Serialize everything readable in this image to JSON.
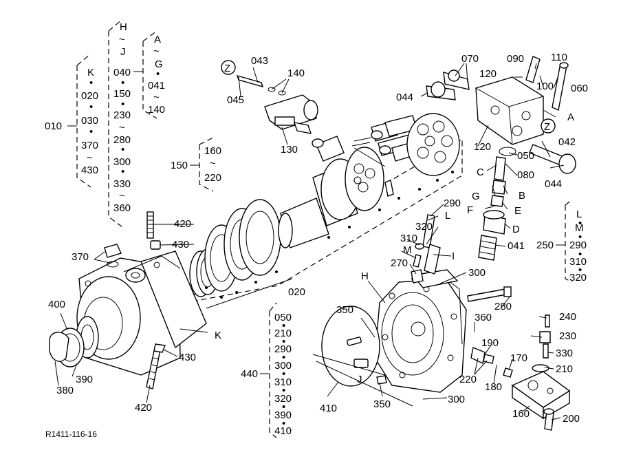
{
  "ref_code": "R1411-116-16",
  "group_010": {
    "label": "010",
    "items": [
      "K",
      "020",
      "030",
      "370",
      "430"
    ],
    "seps": [
      "•",
      "•",
      "•",
      "~"
    ]
  },
  "group_040": {
    "label": "040",
    "items": [
      "H",
      "J",
      "040",
      "150",
      "230",
      "280",
      "300",
      "330",
      "360"
    ],
    "seps": [
      "~",
      "",
      "•",
      "•",
      "~",
      "•",
      "•",
      "~"
    ]
  },
  "group_041": {
    "items": [
      "A",
      "G",
      "041",
      "140"
    ],
    "seps": [
      "~",
      "•",
      "~"
    ]
  },
  "group_150": {
    "label": "150",
    "items": [
      "160",
      "220"
    ],
    "seps": [
      "~"
    ]
  },
  "group_250": {
    "label": "250",
    "items": [
      "L",
      "M",
      "290",
      "310",
      "320"
    ],
    "seps": [
      "•",
      "•",
      "•",
      "•"
    ]
  },
  "group_440": {
    "label": "440",
    "items": [
      "050",
      "210",
      "290",
      "300",
      "310",
      "320",
      "390",
      "410"
    ],
    "seps": [
      "•",
      "•",
      "•",
      "•",
      "•",
      "•",
      "•"
    ]
  },
  "callouts": {
    "c043": "043",
    "c045": "045",
    "c140": "140",
    "c130": "130",
    "cZ1": "Z",
    "c070": "070",
    "c090": "090",
    "c110": "110",
    "c120a": "120",
    "c100": "100",
    "c060": "060",
    "c044a": "044",
    "cA": "A",
    "cZ2": "Z",
    "c120b": "120",
    "c050": "050",
    "c042": "042",
    "cC": "C",
    "c080": "080",
    "c044b": "044",
    "cG": "G",
    "cB": "B",
    "cF": "F",
    "cE": "E",
    "c290": "290",
    "cL": "L",
    "c320": "320",
    "cD": "D",
    "c310": "310",
    "cM": "M",
    "c041": "041",
    "c270": "270",
    "cI": "I",
    "c300a": "300",
    "cH": "H",
    "c420a": "420",
    "c430a": "430",
    "c370": "370",
    "c020": "020",
    "cK": "K",
    "c400": "400",
    "c430b": "430",
    "c390": "390",
    "c380": "380",
    "c420b": "420",
    "c280": "280",
    "c350a": "350",
    "c360": "360",
    "c240": "240",
    "c230": "230",
    "c190": "190",
    "c330": "330",
    "c170": "170",
    "c210": "210",
    "c220": "220",
    "c180": "180",
    "cJ": "J",
    "c410": "410",
    "c350b": "350",
    "c300b": "300",
    "c160": "160",
    "c200": "200"
  }
}
